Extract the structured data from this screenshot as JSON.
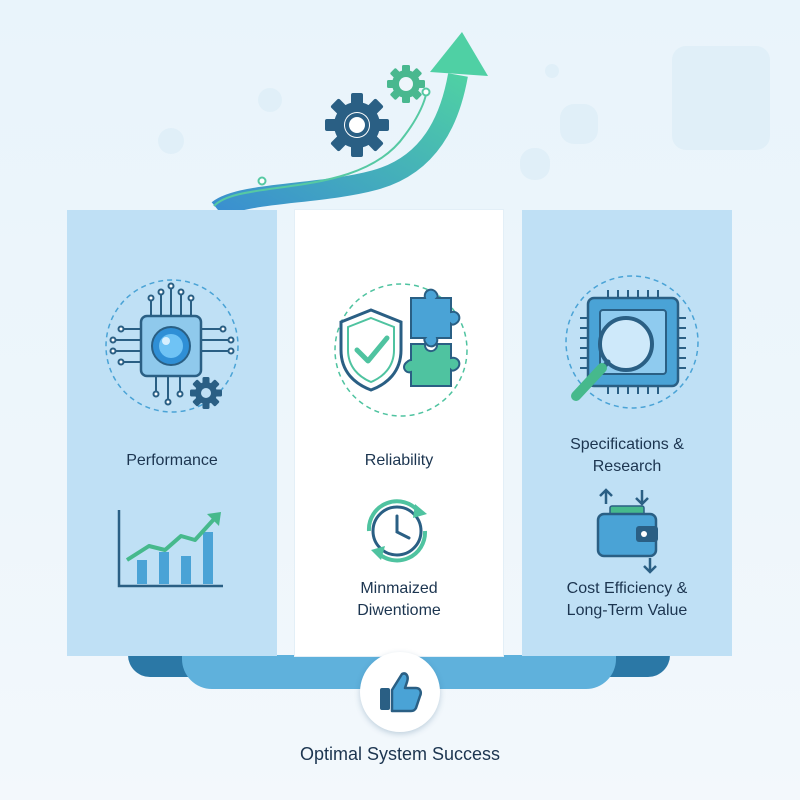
{
  "labels": {
    "performance": "Performance",
    "reliability": "Reliability",
    "specs_line1": "Specifications &",
    "specs_line2": "Research",
    "downtime_line1": "Minmaized",
    "downtime_line2": "Diwentiome",
    "cost_line1": "Cost Efficiency &",
    "cost_line2": "Long-Term Value",
    "footer": "Optimal System Success"
  },
  "colors": {
    "panel_blue": "#bfe0f5",
    "accent_teal": "#4fc3a0",
    "accent_blue": "#3a93cf",
    "dark_navy": "#2a5f84"
  }
}
